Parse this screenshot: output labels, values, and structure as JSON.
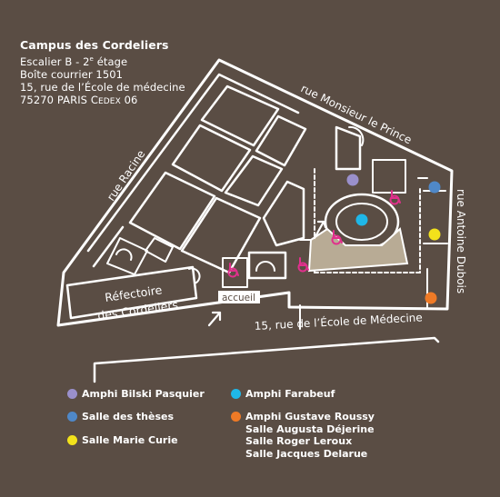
{
  "address": {
    "name": "Campus des Cordeliers",
    "line1": "Escalier B - 2",
    "line1_sup": "e",
    "line1_end": " étage",
    "line2": "Boîte courrier 1501",
    "line3": "15, rue de l’École de médecine",
    "line4_pre": "75270 PARIS C",
    "line4_small": "EDEX",
    "line4_end": " 06"
  },
  "map": {
    "streets": {
      "monsieur_le_prince": "rue Monsieur le Prince",
      "racine": "rue Racine",
      "antoine_dubois": "rue Antoine Dubois",
      "ecole_medecine": "15, rue de l’École de Médecine"
    },
    "refectoire_line1": "Réfectoire",
    "refectoire_line2": "des Cordeliers",
    "accueil": "accueil"
  },
  "legend": [
    {
      "label": "Amphi Bilski Pasquier",
      "color": "#9a90cc"
    },
    {
      "label": "Salle des thèses",
      "color": "#4f88c8"
    },
    {
      "label": "Salle Marie Curie",
      "color": "#f2e21b"
    },
    {
      "label": "Amphi Farabeuf",
      "color": "#1fb7e8"
    },
    {
      "label": "Amphi Gustave Roussy",
      "color": "#ef7a26",
      "extra": [
        "Salle Augusta Déjerine",
        "Salle Roger Leroux",
        "Salle Jacques Delarue"
      ]
    }
  ],
  "colors": {
    "background": "#5a4d44",
    "lines": "#ffffff",
    "accessibility": "#e0308c",
    "courtyard": "#b8ab95"
  },
  "icons": [
    "wheelchair-icon",
    "entrance-arrow-icon"
  ]
}
